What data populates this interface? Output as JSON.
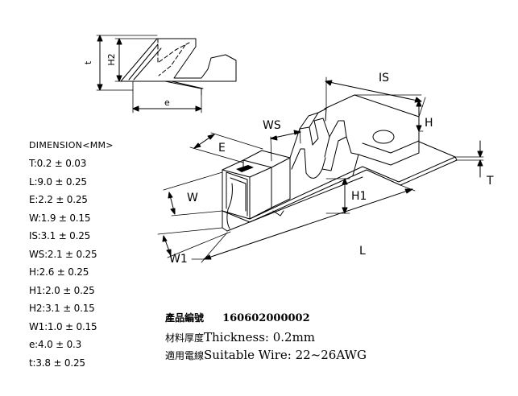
{
  "dimensions": {
    "header": "DIMENSION<MM>",
    "rows": [
      "T:0.2 ± 0.03",
      "L:9.0 ± 0.25",
      "E:2.2 ± 0.25",
      "W:1.9 ± 0.15",
      "IS:3.1 ± 0.25",
      "WS:2.1 ± 0.25",
      "H:2.6 ± 0.25",
      "H1:2.0 ± 0.25",
      "H2:3.1 ± 0.15",
      "W1:1.0 ± 0.15",
      "e:4.0 ± 0.3",
      "t:3.8 ± 0.25"
    ]
  },
  "spec": {
    "product_label": "產品編號",
    "product_number": "160602000002",
    "thickness_label": "材料厚度",
    "thickness_text": "Thickness: 0.2mm",
    "wire_label": "適用電線",
    "wire_text": "Suitable  Wire: 22~26AWG"
  },
  "drawing_labels": {
    "t": "t",
    "H2": "H2",
    "e": "e",
    "IS": "IS",
    "H": "H",
    "WS": "WS",
    "E": "E",
    "T": "T",
    "H1": "H1",
    "W": "W",
    "W1": "W1",
    "L": "L"
  }
}
